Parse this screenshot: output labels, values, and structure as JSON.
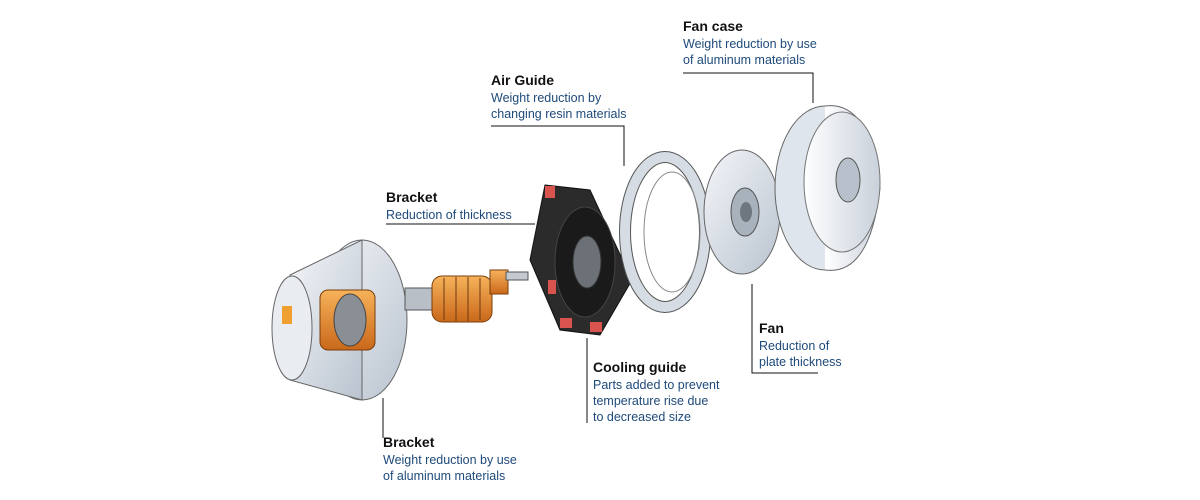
{
  "callouts": {
    "fan_case": {
      "title": "Fan case",
      "lines": [
        "Weight reduction by use",
        "of aluminum materials"
      ]
    },
    "air_guide": {
      "title": "Air Guide",
      "lines": [
        "Weight reduction by",
        "changing resin materials"
      ]
    },
    "bracket_top": {
      "title": "Bracket",
      "lines": [
        "Reduction of thickness"
      ]
    },
    "fan": {
      "title": "Fan",
      "lines": [
        "Reduction of",
        "plate thickness"
      ]
    },
    "cooling_guide": {
      "title": "Cooling guide",
      "lines": [
        "Parts added to prevent",
        "temperature rise due",
        "to decreased size"
      ]
    },
    "bracket_bottom": {
      "title": "Bracket",
      "lines": [
        "Weight reduction by use",
        "of aluminum materials"
      ]
    }
  },
  "colors": {
    "title": "#111111",
    "description": "#1e4a7a",
    "copper": "#e8892a",
    "steel": "#cfd6df",
    "dark_part": "#2b2b2b",
    "accent_red": "#d9534f"
  }
}
